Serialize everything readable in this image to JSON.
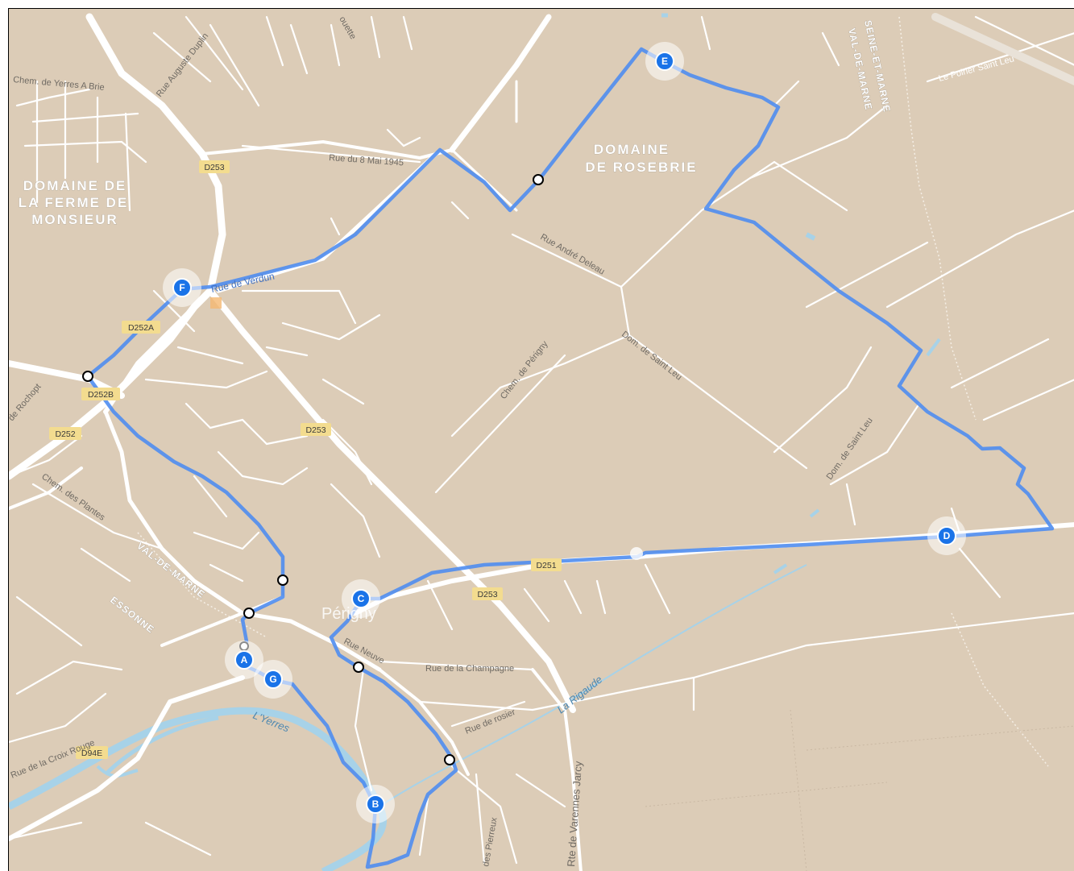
{
  "map": {
    "colors": {
      "land": "#dcccb7",
      "road": "#ffffff",
      "route": "#4f8def",
      "water": "#a7d2e8",
      "marker": "#1a73e8",
      "shield": "#f3dc8f"
    },
    "districts": {
      "domaine_rosebrie_1": "DOMAINE",
      "domaine_rosebrie_2": "DE ROSEBRIE",
      "ferme_1": "DOMAINE DE",
      "ferme_2": "LA FERME DE",
      "ferme_3": "MONSIEUR"
    },
    "departments": {
      "seine_et_marne": "SEINE-ET-MARNE",
      "val_de_marne_top": "VAL-DE-MARNE",
      "val_de_marne_side": "VAL-DE-MARNE",
      "essonne": "ESSONNE"
    },
    "town": "Périgny",
    "water": {
      "yerres": "L'Yerres",
      "rigaude": "La Rigaude"
    },
    "road_shields": {
      "d253_top": "D253",
      "d252a": "D252A",
      "d252b": "D252B",
      "d252": "D252",
      "d253_mid": "D253",
      "d251": "D251",
      "d253_low": "D253",
      "d94e": "D94E"
    },
    "streets": {
      "yerres_brie": "Chem. de Yerres A Brie",
      "auguste_duplin": "Rue Auguste Duplin",
      "mai_1945": "Rue du 8 Mai 1945",
      "verdun": "Rue de Verdun",
      "andre_deleau": "Rue André Deleau",
      "perigny": "Chem. de Périgny",
      "saint_leu_a": "Dom. de Saint Leu",
      "saint_leu_b": "Dom. de Saint Leu",
      "poirier": "Le Poirier Saint Leu",
      "rochopt": "de Rochopt",
      "plantes": "Chem. des Plantes",
      "neuve": "Rue Neuve",
      "champagne": "Rue de la Champagne",
      "rosier": "Rue de rosier",
      "varennes": "Rte de Varennes Jarcy",
      "croix_rouge": "Rue de la Croix Rouge",
      "pierreux": "des Pierreux",
      "ouette": "ouette"
    },
    "markers": [
      "A",
      "B",
      "C",
      "D",
      "E",
      "F",
      "G"
    ]
  }
}
